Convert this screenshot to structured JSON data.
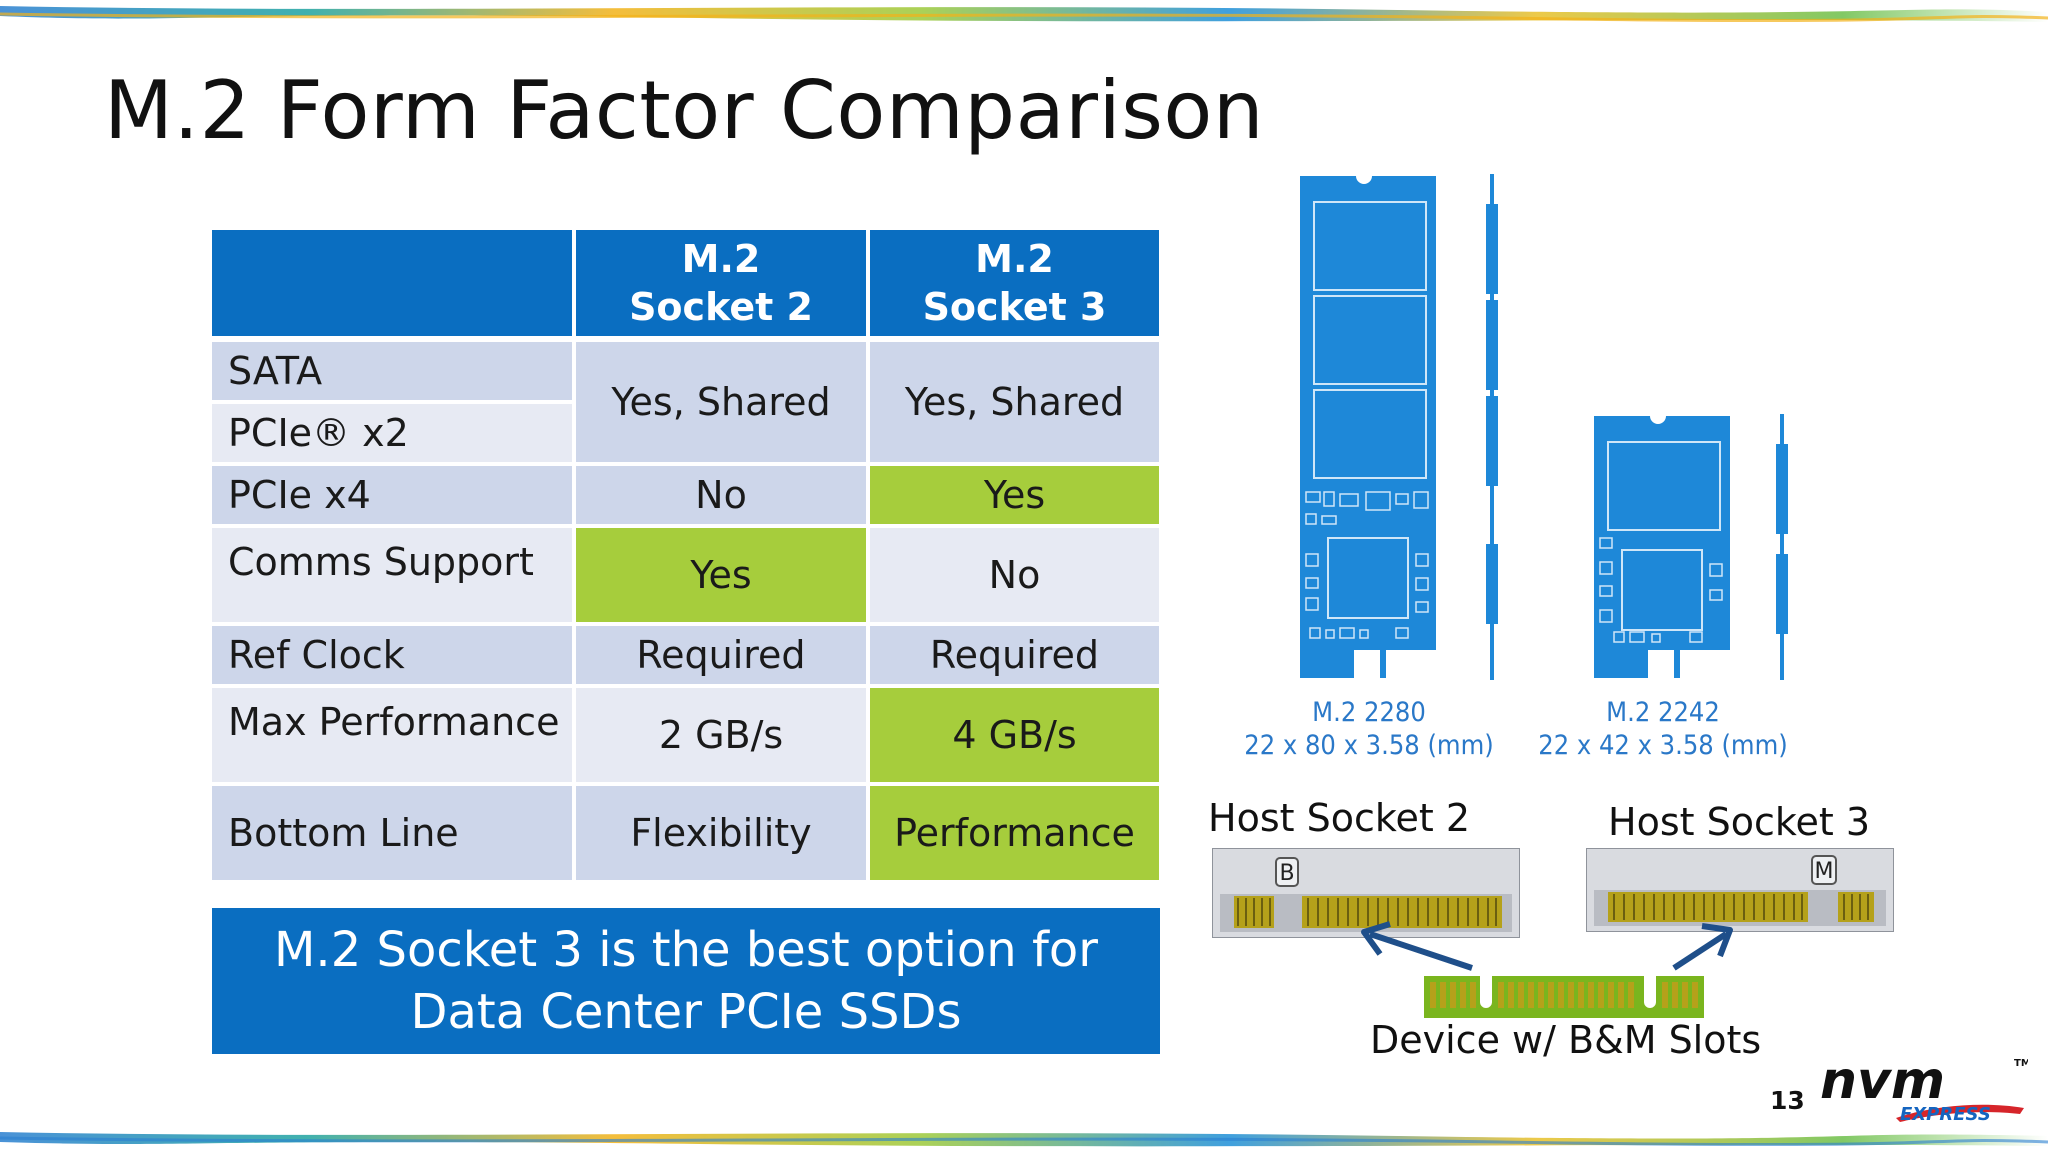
{
  "slide": {
    "title": "M.2 Form Factor Comparison",
    "page_number": "13",
    "callout": {
      "line1": "M.2 Socket 3 is the best option for",
      "line2": "Data Center PCIe SSDs"
    }
  },
  "table": {
    "columns": [
      {
        "line1": "M.2",
        "line2": "Socket 2"
      },
      {
        "line1": "M.2",
        "line2": "Socket 3"
      }
    ],
    "rows": [
      {
        "label": "SATA"
      },
      {
        "label": "PCIe® x2"
      },
      {
        "label": "PCIe x4",
        "socket2": "No",
        "socket3": "Yes"
      },
      {
        "label": "Comms Support",
        "socket2": "Yes",
        "socket3": "No"
      },
      {
        "label": "Ref Clock",
        "socket2": "Required",
        "socket3": "Required"
      },
      {
        "label": "Max Performance",
        "socket2": "2 GB/s",
        "socket3": "4 GB/s"
      },
      {
        "label": "Bottom Line",
        "socket2": "Flexibility",
        "socket3": "Performance"
      }
    ],
    "shared_cell": {
      "socket2": "Yes, Shared",
      "socket3": "Yes, Shared"
    },
    "highlight_color": "#a6cd3c",
    "header_color": "#0a6ec1"
  },
  "figures": {
    "card_2280": {
      "name": "M.2 2280",
      "dims": "22 x 80 x 3.58 (mm)"
    },
    "card_2242": {
      "name": "M.2 2242",
      "dims": "22 x 42 x 3.58 (mm)"
    },
    "host_socket_2": {
      "label": "Host Socket 2",
      "key": "B"
    },
    "host_socket_3": {
      "label": "Host Socket 3",
      "key": "M"
    },
    "device_label": "Device w/ B&M Slots",
    "card_color": "#1e88d8"
  },
  "logo": {
    "main": "nvm",
    "sub": "EXPRESS",
    "tm": "TM"
  }
}
